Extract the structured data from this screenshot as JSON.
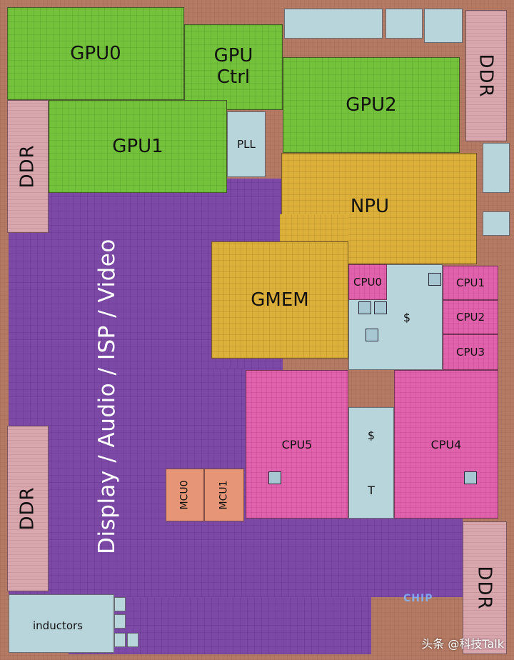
{
  "blocks": {
    "gpu0": "GPU0",
    "gpu_ctrl": "GPU\nCtrl",
    "gpu1": "GPU1",
    "gpu2": "GPU2",
    "pll": "PLL",
    "npu": "NPU",
    "gmem": "GMEM",
    "cpu0": "CPU0",
    "cpu1": "CPU1",
    "cpu2": "CPU2",
    "cpu3": "CPU3",
    "cpu4": "CPU4",
    "cpu5": "CPU5",
    "cache_small": "$",
    "cache_center": "$",
    "t_label": "T",
    "mcu0": "MCU0",
    "mcu1": "MCU1",
    "inductors": "inductors",
    "ddr": "DDR",
    "media": "Display / Audio / ISP / Video"
  },
  "watermarks": {
    "chip_logo": "CHIP",
    "source": "头条 @科技Talk"
  },
  "colors": {
    "gpu": "#74c23b",
    "npu_gmem": "#dcb03a",
    "cpu": "#e062ad",
    "media": "#7c4aa6",
    "ddr": "#d8a6ad",
    "cache": "#b9d5dc",
    "mcu": "#e69677"
  }
}
